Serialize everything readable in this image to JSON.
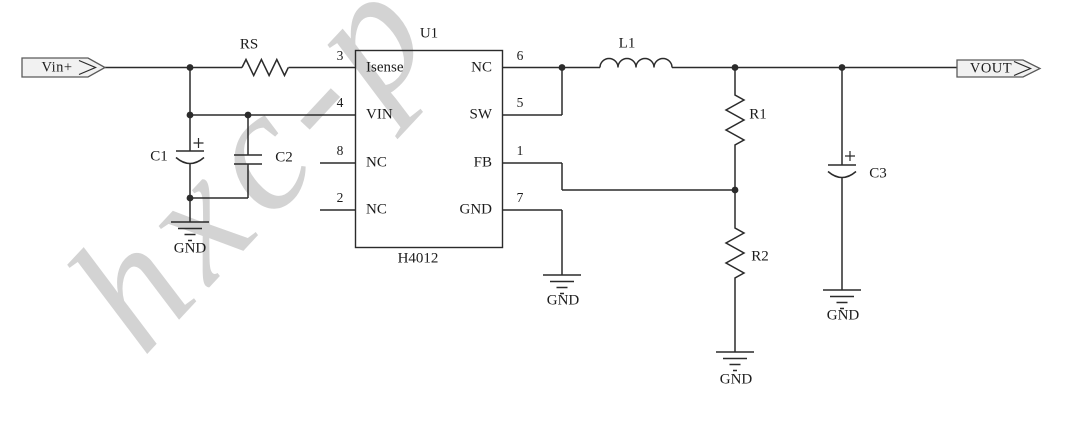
{
  "watermark": {
    "text": "hxc-p"
  },
  "flags": {
    "input_label": "Vin+",
    "output_label": "VOUT"
  },
  "ic": {
    "ref": "U1",
    "part_number": "H4012",
    "left_pins": [
      {
        "num": "3",
        "name": "Isense"
      },
      {
        "num": "4",
        "name": "VIN"
      },
      {
        "num": "8",
        "name": "NC"
      },
      {
        "num": "2",
        "name": "NC"
      }
    ],
    "right_pins": [
      {
        "num": "6",
        "name": "NC"
      },
      {
        "num": "5",
        "name": "SW"
      },
      {
        "num": "1",
        "name": "FB"
      },
      {
        "num": "7",
        "name": "GND"
      }
    ]
  },
  "components": {
    "rs": "RS",
    "l1": "L1",
    "r1": "R1",
    "r2": "R2",
    "c1": "C1",
    "c2": "C2",
    "c3": "C3"
  },
  "ground_label": "GND",
  "colors": {
    "wire": "#2b2b2b",
    "text": "#1c1c1c",
    "flag-fill": "#f1f1f1",
    "flag-stroke": "#5a5a5a",
    "watermark": "#c9c9c9"
  }
}
